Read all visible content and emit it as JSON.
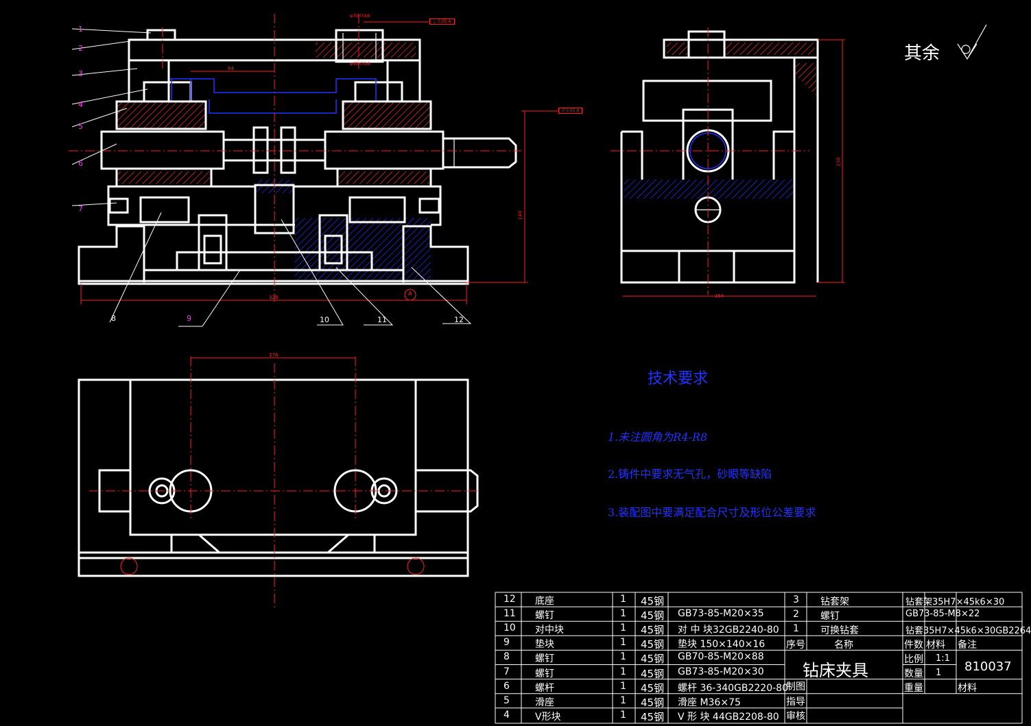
{
  "surface_mark": "其余",
  "tech_requirements": {
    "title": "技术要求",
    "items": [
      "1.未注圆角为R4-R8",
      "2.铸件中要求无气孔，砂眼等缺陷",
      "3.装配图中要满足配合尺寸及形位公差要求"
    ]
  },
  "balloons": [
    "1",
    "2",
    "3",
    "4",
    "5",
    "6",
    "7",
    "8",
    "9",
    "10",
    "11",
    "12"
  ],
  "dimensions": {
    "d64": "64",
    "d176": "176",
    "d328": "328",
    "d164": "164",
    "d230": "230",
    "d140": "140",
    "fit_top": "φ35H7/k6",
    "fit_bottom": "φ45H7/k6",
    "tol_top": "⊥ 0.05 A",
    "tol_mid": "// 0.05 A",
    "datum": "A"
  },
  "bom_left": [
    {
      "no": "12",
      "name": "底座",
      "qty": "1",
      "mat": "45钢",
      "remark": ""
    },
    {
      "no": "11",
      "name": "螺钉",
      "qty": "1",
      "mat": "45钢",
      "remark": "GB73-85-M20×35"
    },
    {
      "no": "10",
      "name": "对中块",
      "qty": "1",
      "mat": "45钢",
      "remark": "对 中 块32GB2240-80"
    },
    {
      "no": "9",
      "name": "垫块",
      "qty": "1",
      "mat": "45钢",
      "remark": "垫块 150×140×16"
    },
    {
      "no": "8",
      "name": "螺钉",
      "qty": "1",
      "mat": "45钢",
      "remark": "GB70-85-M20×88"
    },
    {
      "no": "7",
      "name": "螺钉",
      "qty": "1",
      "mat": "45钢",
      "remark": "GB73-85-M20×30"
    },
    {
      "no": "6",
      "name": "螺杆",
      "qty": "1",
      "mat": "45钢",
      "remark": "螺杆 36-340GB2220-80"
    },
    {
      "no": "5",
      "name": "滑座",
      "qty": "1",
      "mat": "45钢",
      "remark": "滑座 M36×75"
    },
    {
      "no": "4",
      "name": "V形块",
      "qty": "1",
      "mat": "45钢",
      "remark": "V 形 块 44GB2208-80"
    }
  ],
  "bom_right": [
    {
      "no": "3",
      "name": "钻套架",
      "remark": "钻套架35H7×45k6×30"
    },
    {
      "no": "2",
      "name": "螺钉",
      "remark": "GB73-85-M8×22"
    },
    {
      "no": "1",
      "name": "可换钻套",
      "remark": "钻套35H7×45k6×30GB2264"
    }
  ],
  "bom_header": {
    "no": "序号",
    "name": "名称",
    "qty": "件数",
    "mat": "材料",
    "remark": "备注"
  },
  "title_block": {
    "title": "钻床夹具",
    "drawing_no": "810037",
    "scale_label": "比例",
    "scale_value": "1:1",
    "qty_label": "数量",
    "qty_value": "1",
    "weight_label": "重量",
    "material_label": "材料",
    "drawn_label": "制图",
    "check_label": "指导",
    "review_label": "审核"
  }
}
